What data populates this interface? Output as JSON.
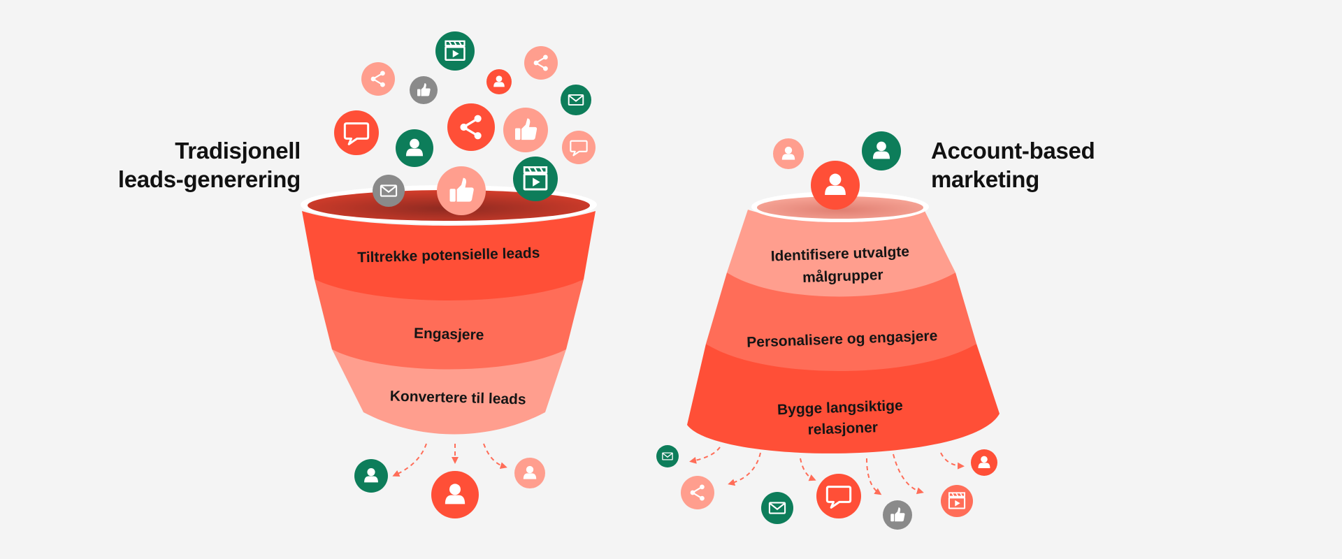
{
  "left_panel": {
    "title_lines": [
      "Tradisjonell",
      "leads-generering"
    ],
    "stages": [
      {
        "label_lines": [
          "Tiltrekke potensielle leads"
        ]
      },
      {
        "label_lines": [
          "Engasjere"
        ]
      },
      {
        "label_lines": [
          "Konvertere til leads"
        ]
      }
    ],
    "input_icons": [
      "share-icon",
      "video-icon",
      "user-icon",
      "share-icon",
      "thumbs-up-icon",
      "mail-icon",
      "chat-icon",
      "user-icon",
      "share-icon",
      "thumbs-up-icon",
      "chat-icon",
      "mail-icon",
      "thumbs-up-icon",
      "video-icon"
    ],
    "output_icons": [
      "user-icon",
      "user-icon",
      "user-icon"
    ]
  },
  "right_panel": {
    "title_lines": [
      "Account-based",
      "marketing"
    ],
    "stages": [
      {
        "label_lines": [
          "Identifisere utvalgte",
          "målgrupper"
        ]
      },
      {
        "label_lines": [
          "Personalisere og engasjere"
        ]
      },
      {
        "label_lines": [
          "Bygge langsiktige",
          "relasjoner"
        ]
      }
    ],
    "input_icons": [
      "user-icon",
      "user-icon",
      "user-icon"
    ],
    "output_icons": [
      "mail-icon",
      "share-icon",
      "mail-icon",
      "chat-icon",
      "thumbs-up-icon",
      "video-icon",
      "user-icon"
    ]
  },
  "colors": {
    "background": "#f4f4f4",
    "primary_red": "#ff4f37",
    "medium_red": "#ff6d58",
    "light_salmon": "#ff9e8e",
    "green": "#0d7d5a",
    "grey": "#8a8a8a",
    "text": "#111111"
  }
}
